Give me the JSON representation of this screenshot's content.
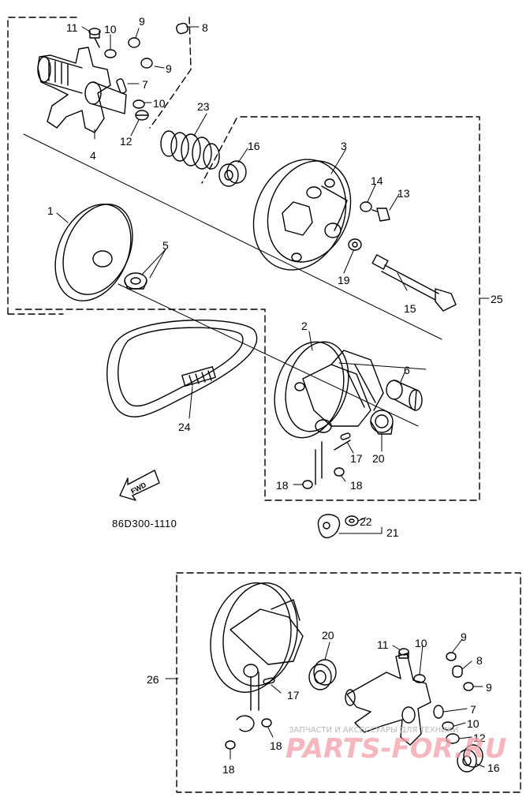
{
  "diagram": {
    "part_code": "86D300-1110",
    "fwd_label": "FWD",
    "labels": {
      "l1": "1",
      "l2": "2",
      "l3": "3",
      "l4": "4",
      "l5": "5",
      "l6": "6",
      "l7": "7",
      "l8": "8",
      "l9a": "9",
      "l9b": "9",
      "l10a": "10",
      "l10b": "10",
      "l11": "11",
      "l12": "12",
      "l13": "13",
      "l14": "14",
      "l15": "15",
      "l16": "16",
      "l17": "17",
      "l18a": "18",
      "l18b": "18",
      "l19": "19",
      "l20": "20",
      "l21": "21",
      "l22": "22",
      "l23": "23",
      "l24": "24",
      "l25": "25",
      "b26": "26",
      "b20": "20",
      "b11": "11",
      "b10a": "10",
      "b9a": "9",
      "b8": "8",
      "b9b": "9",
      "b7": "7",
      "b10b": "10",
      "b12": "12",
      "b16": "16",
      "b17": "17",
      "b18a": "18",
      "b18b": "18"
    },
    "watermark": {
      "caption": "ЗАПЧАСТИ И АКСЕССУАРЫ ДЛЯ ТЕХНИКИ",
      "logo": "PARTS-FOR.RU"
    }
  }
}
